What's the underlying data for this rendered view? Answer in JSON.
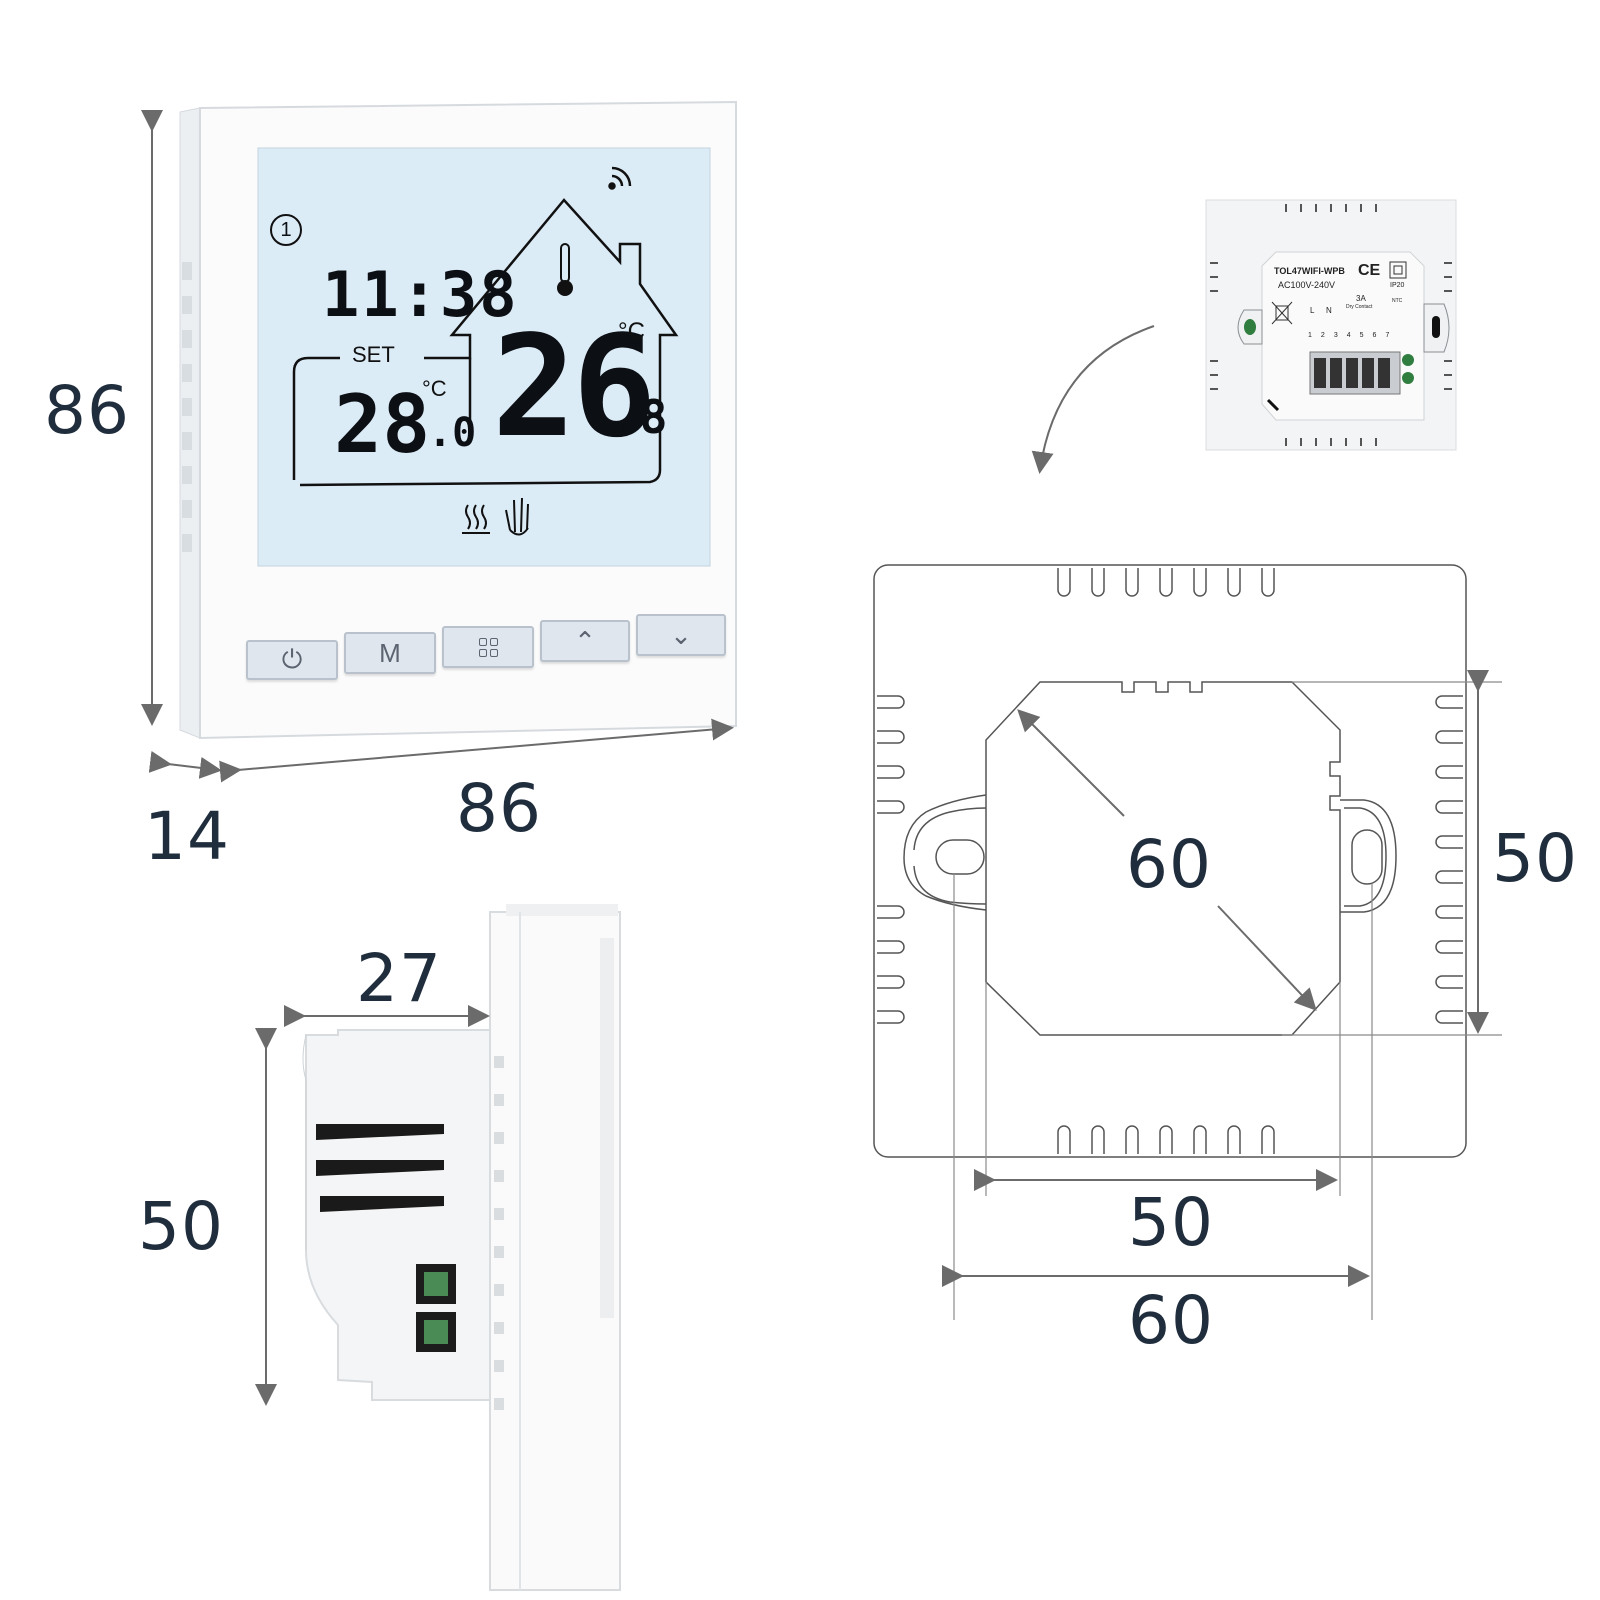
{
  "dimensions": {
    "front_height": "86",
    "front_width": "86",
    "front_depth": "14",
    "side_depth": "27",
    "side_height": "50",
    "back_diagonal": "60",
    "back_height": "50",
    "back_inner_width": "50",
    "back_outer_width": "60"
  },
  "lcd": {
    "clock": "11:38",
    "set_label": "SET",
    "set_temp_main": "28",
    "set_temp_dec": ".0",
    "room_temp_main": "26",
    "room_temp_dec": ".8",
    "unit": "°C",
    "program_number": "1"
  },
  "buttons": {
    "power_symbol": "⏻",
    "mode_label": "M",
    "up_symbol": "⌃",
    "down_symbol": "⌄"
  },
  "back_label": {
    "model": "TOL47WIFI-WPB",
    "ce": "CE",
    "voltage": "AC100V-240V",
    "ip": "IP20",
    "current": "3A",
    "dry_contact": "Dry Contact",
    "ntc": "NTC",
    "term_l": "L",
    "term_n": "N",
    "term_numbers": [
      "1",
      "2",
      "3",
      "4",
      "5",
      "6",
      "7"
    ]
  },
  "colors": {
    "lcd_background": "#dcecf7",
    "arrow_gray": "#6b6b6b",
    "text_dark": "#1f2d3d"
  }
}
